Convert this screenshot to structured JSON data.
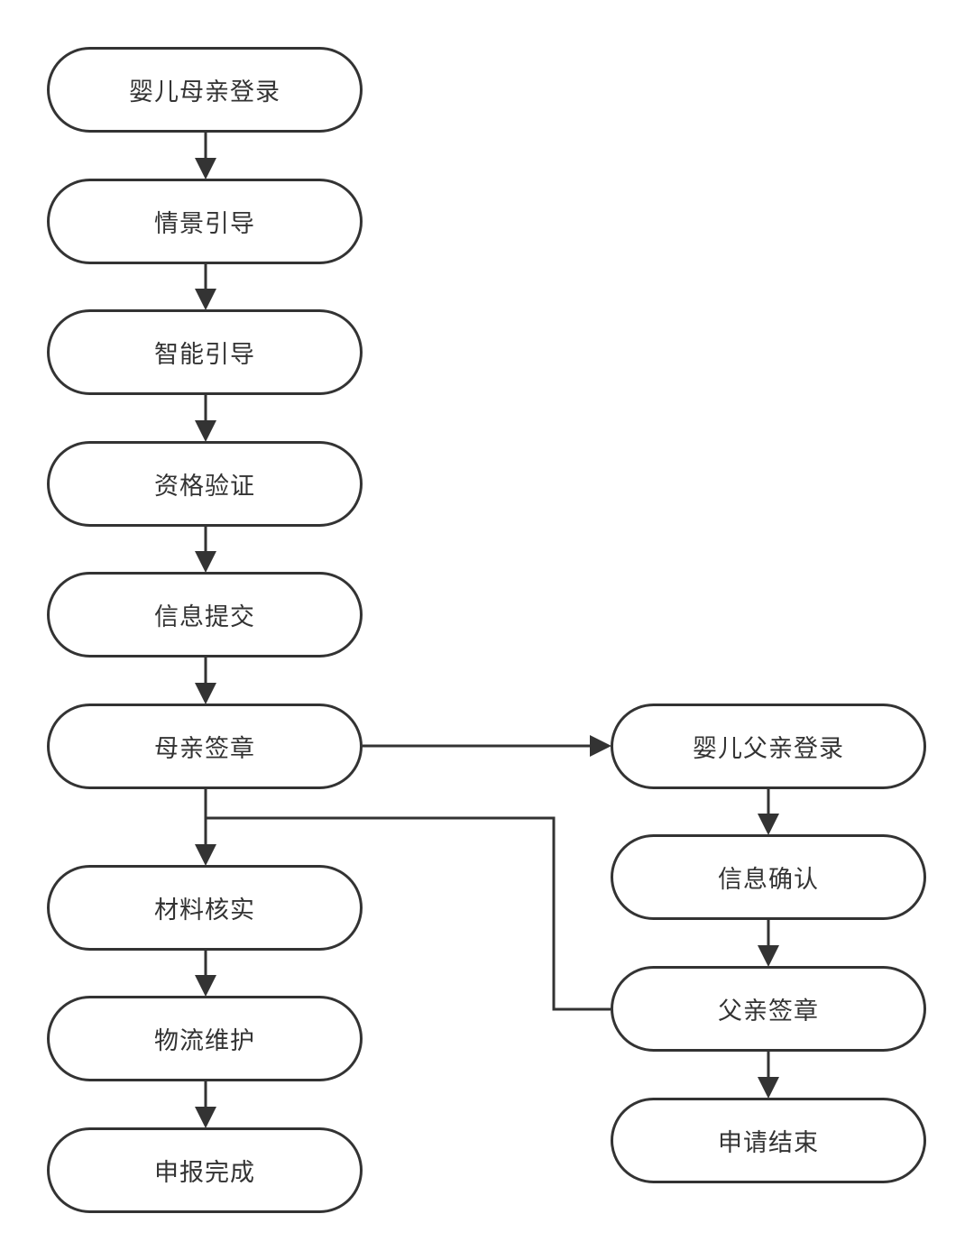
{
  "nodes": [
    {
      "label": "婴儿母亲登录"
    },
    {
      "label": "情景引导"
    },
    {
      "label": "智能引导"
    },
    {
      "label": "资格验证"
    },
    {
      "label": "信息提交"
    },
    {
      "label": "母亲签章"
    },
    {
      "label": "材料核实"
    },
    {
      "label": "物流维护"
    },
    {
      "label": "申报完成"
    },
    {
      "label": "婴儿父亲登录"
    },
    {
      "label": "信息确认"
    },
    {
      "label": "父亲签章"
    },
    {
      "label": "申请结束"
    }
  ],
  "colors": {
    "stroke": "#333333",
    "text": "#333333",
    "background": "#ffffff"
  }
}
